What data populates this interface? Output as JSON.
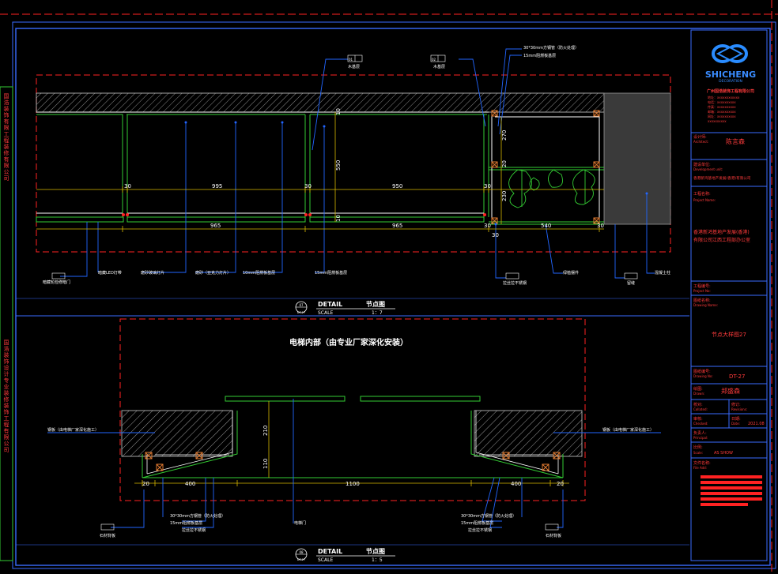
{
  "colors": {
    "frame": "#3a6bff",
    "dim_green": "#33cc33",
    "dim_yellow": "#d8b800",
    "cut_red": "#ff2222",
    "leader": "#2266ff",
    "white": "#ffffff",
    "title_red": "#ff3b3b",
    "concrete": "#555555",
    "dark_block": "#3a3a3a"
  },
  "left_margin": {
    "upper_text": "国浩装饰有限工程装修有限公司",
    "lower_text": "国浩装饰设计专业装修装饰工程有限公司"
  },
  "title_block": {
    "company_en": "SHICHENG",
    "company_sub": "DECORATION",
    "company_cn": "广州国浩装饰工程有限公司",
    "contact_lines": [
      "地址：xxxxxxxxxxxx",
      "电话：xxxxxxxxxx",
      "传真：xxxxxxxxxx",
      "邮箱：xxxxxxxxxx",
      "网址：xxxxxxxxxx",
      "xxxxxxxxxx"
    ],
    "designer_label": "设计师:",
    "designer_label_en": "Architect:",
    "designer_value": "陈言森",
    "employer_label": "建设单位:",
    "employer_label_en": "Development unit:",
    "employer_value": "香港新鸿基地产发展(香港)有限公司",
    "project_label": "工程名称:",
    "project_label_en": "Project Name:",
    "project_value_line1": "香港新鸿基地产发展(香港)",
    "project_value_line2": "有限公司江西工程部办公室",
    "project_no_label": "工程编号:",
    "project_no_label_en": "Project No:",
    "drawing_name_label": "图纸名称:",
    "drawing_name_label_en": "Drawing Name:",
    "drawing_name_value": "节点大样图27",
    "drawing_no_label": "图纸编号:",
    "drawing_no_label_en": "Drawing No:",
    "drawing_no_value": "DT-27",
    "drawn_label": "绘图:",
    "drawn_label_en": "Drawn:",
    "drawn_value": "郑盛森",
    "collated_label": "校对:",
    "collated_label_en": "Collated:",
    "revision_label": "修订:",
    "revision_label_en": "Revisions:",
    "checked_label": "审核:",
    "checked_label_en": "Checked:",
    "date_label": "日期:",
    "date_label_en": "Date:",
    "date_value": "2021.08",
    "principal_label": "负责人:",
    "principal_label_en": "Principal:",
    "scale_label": "比例:",
    "scale_label_en": "Scale:",
    "scale_value": "AS SHOW",
    "file_label": "文件名称:",
    "file_label_en": "File Add:"
  },
  "detail_top": {
    "bubble_no": "07",
    "bubble_sheet": "DT-27",
    "title": "DETAIL",
    "title_cn": "节点图",
    "scale_label": "SCALE",
    "scale_value": "1：7",
    "labels": {
      "wood_base_1": "木基层",
      "wood_base_2": "木基层",
      "steel_tube": "30*30mm方钢管（防火处理）",
      "plywood_15": "15mm阻燃板基层",
      "hidden_door": "暗藏轮检修暗门",
      "led_strip": "暗藏LED灯带",
      "frosted_glass": "磨砂玻璃灯片",
      "light_panel": "磨砂（亚克力灯片）",
      "plywood_10": "10mm阻燃板基层",
      "plywood_15b": "15mm阻燃板基层",
      "ss_trim": "拉丝拉不锈钢",
      "planter": "绿植摆件",
      "ceiling_seam": "留缝",
      "concrete_col": "混凝土柱"
    },
    "dims": {
      "d30a": "30",
      "d995": "995",
      "d30b": "30",
      "d950": "950",
      "d30c": "30",
      "d965a": "965",
      "d965b": "965",
      "d30d": "30",
      "d540": "540",
      "d30e": "30",
      "d30f": "30",
      "v10": "10",
      "v550": "550",
      "v10b": "10",
      "v270": "270",
      "v20": "20",
      "v230": "230"
    },
    "bubble_small_1": "01",
    "bubble_small_2": "02"
  },
  "detail_bottom": {
    "heading": "电梯内部（由专业厂家深化安装）",
    "bubble_no": "08",
    "bubble_sheet": "DT-27",
    "title": "DETAIL",
    "title_cn": "节点图",
    "scale_label": "SCALE",
    "scale_value": "1：5",
    "labels": {
      "left_note": "钢板（由电梯厂家深化施工）",
      "right_note": "钢板（由电梯厂家深化施工）",
      "steel_tube_l": "30*30mm方钢管（防火处理）",
      "plywood_l": "15mm阻燃板基层",
      "ss_l": "拉丝拉不锈钢",
      "elevator_door": "电梯门",
      "steel_tube_r": "30*30mm方钢管（防火处理）",
      "plywood_r": "15mm阻燃板基层",
      "ss_r": "拉丝拉不锈钢",
      "stone_l": "石材背板",
      "stone_r": "石材背板"
    },
    "dims": {
      "d20a": "20",
      "d400a": "400",
      "d1100": "1100",
      "d400b": "400",
      "d20b": "20",
      "v210": "210",
      "v110": "110"
    }
  }
}
